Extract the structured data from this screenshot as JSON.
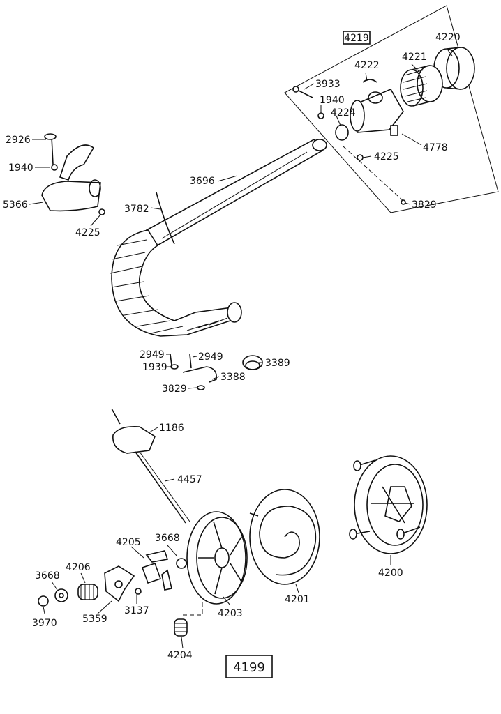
{
  "diagram": {
    "group_labels": {
      "top": "4219",
      "bottom": "4199"
    },
    "callouts": {
      "c2926": "2926",
      "c1940a": "1940",
      "c5366": "5366",
      "c4225a": "4225",
      "c3782": "3782",
      "c3696": "3696",
      "c3933": "3933",
      "c1940b": "1940",
      "c4222": "4222",
      "c4221": "4221",
      "c4220": "4220",
      "c4224": "4224",
      "c4225b": "4225",
      "c4778": "4778",
      "c3829a": "3829",
      "c2949a": "2949",
      "c2949b": "2949",
      "c1939": "1939",
      "c3388": "3388",
      "c3389": "3389",
      "c3829b": "3829",
      "c1186": "1186",
      "c4457": "4457",
      "c4205": "4205",
      "c3668a": "3668",
      "c3668b": "3668",
      "c4206": "4206",
      "c3970": "3970",
      "c5359": "5359",
      "c3137": "3137",
      "c4204": "4204",
      "c4203": "4203",
      "c4201": "4201",
      "c4200": "4200"
    }
  }
}
